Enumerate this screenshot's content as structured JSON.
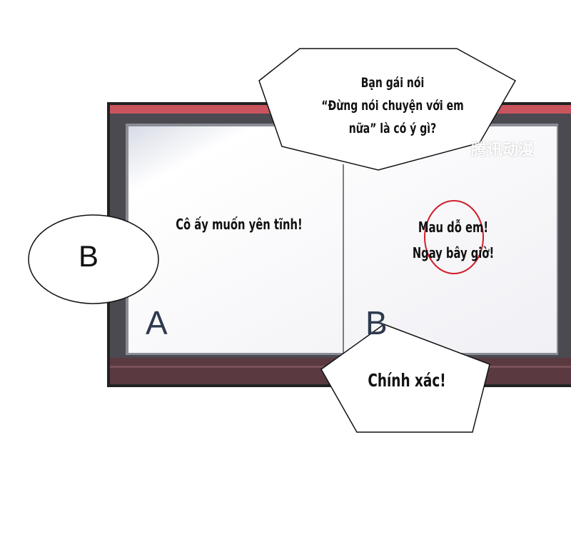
{
  "panel": {
    "question_bubble": {
      "lines": [
        "Bạn gái nói",
        "“Đừng nói chuyện với em",
        "nữa” là có ý gì?"
      ]
    },
    "answer_bubble_left": {
      "text": "B"
    },
    "option_a": {
      "label": "A",
      "text": "Cô ấy muốn yên tĩnh!"
    },
    "option_b": {
      "label": "B",
      "lines": [
        "Mau dỗ em!",
        "Ngay bây giờ!"
      ]
    },
    "confirm_bubble": {
      "text": "Chính xác!"
    },
    "watermark": "腾讯动漫",
    "colors": {
      "frame_red": "#c9545e",
      "bezel": "#4a4a50",
      "screen": "#f4f4f8",
      "circle": "#d0202a",
      "base": "#5a3a40"
    }
  }
}
